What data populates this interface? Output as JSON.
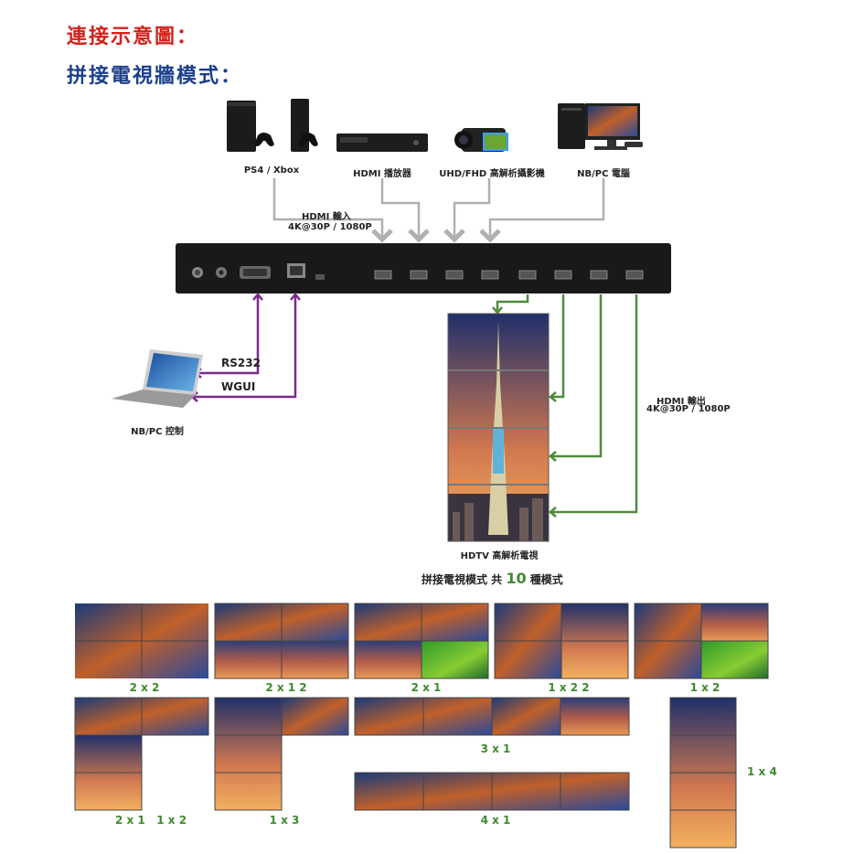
{
  "titles": {
    "diagram": "連接示意圖：",
    "mode": "拼接電視牆模式："
  },
  "sources": [
    {
      "label": "PS4 / Xbox",
      "icon": "game-console-icon"
    },
    {
      "label": "HDMI 播放器",
      "icon": "media-player-icon"
    },
    {
      "label": "UHD/FHD 高解析攝影機",
      "icon": "camcorder-icon"
    },
    {
      "label": "NB/PC 電腦",
      "icon": "desktop-pc-icon"
    }
  ],
  "hdmi_in": {
    "line1": "HDMI 輸入",
    "line2": "4K@30P / 1080P"
  },
  "hdmi_out": {
    "line1": "HDMI 輸出",
    "line2": "4K@30P / 1080P"
  },
  "control": {
    "rs232": "RS232",
    "wgui": "WGUI",
    "label": "NB/PC 控制"
  },
  "tv_label": "HDTV 高解析電視",
  "modes_heading": {
    "prefix": "拼接電視模式 共 ",
    "count": "10",
    "suffix": " 種模式"
  },
  "modes": [
    "2 x 2",
    "2 x 1  2",
    "2 x 1",
    "1 x 2  2",
    "1 x 2",
    "2 x 1   1 x 2",
    "1 x 3",
    "3 x 1",
    "4 x 1",
    "1 x 4"
  ],
  "colors": {
    "title_red": "#d4211c",
    "title_blue": "#1c3f8c",
    "mode_green": "#3e8a2e",
    "input_arrow": "#b0b0b0",
    "output_arrow": "#4f8a3b",
    "control_arrow": "#7a2a8c"
  }
}
